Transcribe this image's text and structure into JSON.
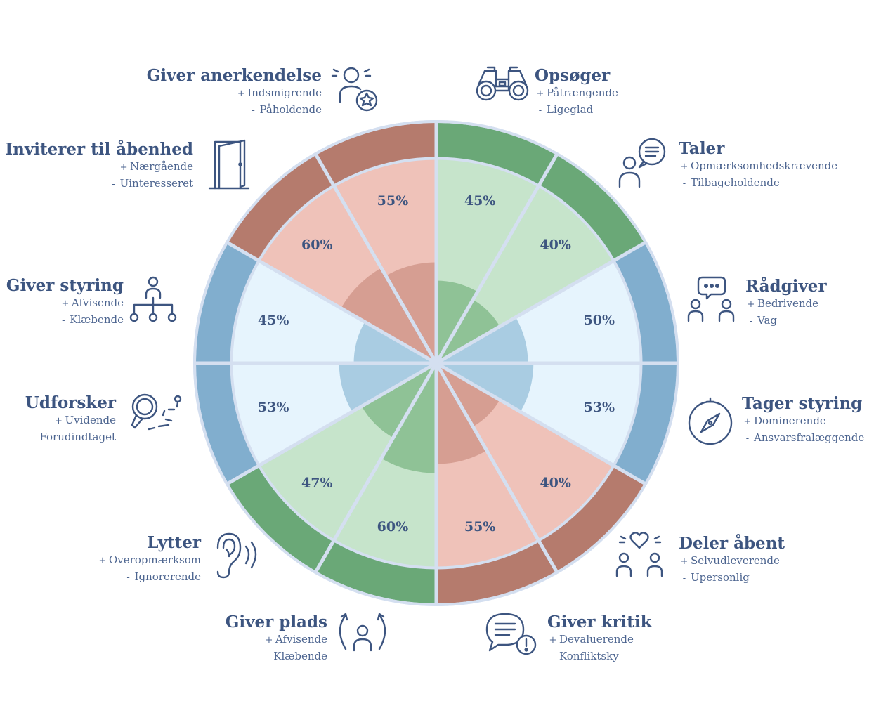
{
  "colors": {
    "green_outer": "#6aa877",
    "green_light": "#c6e4cb",
    "green_mid": "#8fc296",
    "red_outer": "#b57b6d",
    "red_light": "#efc2b9",
    "red_mid": "#d69e92",
    "blue_outer": "#81aece",
    "blue_light": "#e6f4fd",
    "blue_mid": "#a9cce2",
    "rim": "#d4dff0",
    "ink": "#3d5580"
  },
  "segments": [
    {
      "title": "Opsøger",
      "plus": "Påtrængende",
      "minus": "Ligeglad",
      "percent": "45%",
      "value": 45,
      "palette": "green",
      "icon": "binoculars-icon"
    },
    {
      "title": "Taler",
      "plus": "Opmærksomhedskrævende",
      "minus": "Tilbageholdende",
      "percent": "40%",
      "value": 40,
      "palette": "green",
      "icon": "speaking-person-icon"
    },
    {
      "title": "Rådgiver",
      "plus": "Bedrivende",
      "minus": "Vag",
      "percent": "50%",
      "value": 50,
      "palette": "blue",
      "icon": "advisor-conversation-icon"
    },
    {
      "title": "Tager styring",
      "plus": "Dominerende",
      "minus": "Ansvarsfralæggende",
      "percent": "53%",
      "value": 53,
      "palette": "blue",
      "icon": "compass-icon"
    },
    {
      "title": "Deler åbent",
      "plus": "Selvudleverende",
      "minus": "Upersonlig",
      "percent": "40%",
      "value": 40,
      "palette": "red",
      "icon": "sharing-heart-icon"
    },
    {
      "title": "Giver kritik",
      "plus": "Devaluerende",
      "minus": "Konfliktsky",
      "percent": "55%",
      "value": 55,
      "palette": "red",
      "icon": "warning-speech-icon"
    },
    {
      "title": "Giver plads",
      "plus": "Afvisende",
      "minus": "Klæbende",
      "percent": "60%",
      "value": 60,
      "palette": "green",
      "icon": "person-space-icon"
    },
    {
      "title": "Lytter",
      "plus": "Overopmærksom",
      "minus": "Ignorerende",
      "percent": "47%",
      "value": 47,
      "palette": "green",
      "icon": "ear-icon"
    },
    {
      "title": "Udforsker",
      "plus": "Uvidende",
      "minus": "Forudindtaget",
      "percent": "53%",
      "value": 53,
      "palette": "blue",
      "icon": "magnifier-path-icon"
    },
    {
      "title": "Giver styring",
      "plus": "Afvisende",
      "minus": "Klæbende",
      "percent": "45%",
      "value": 45,
      "palette": "blue",
      "icon": "hierarchy-icon"
    },
    {
      "title": "Inviterer til åbenhed",
      "plus": "Nærgående",
      "minus": "Uinteresseret",
      "percent": "60%",
      "value": 60,
      "palette": "red",
      "icon": "open-door-icon"
    },
    {
      "title": "Giver anerkendelse",
      "plus": "Indsmigrende",
      "minus": "Påholdende",
      "percent": "55%",
      "value": 55,
      "palette": "red",
      "icon": "person-star-icon"
    }
  ],
  "signs": {
    "plus": "+",
    "minus": "-"
  }
}
